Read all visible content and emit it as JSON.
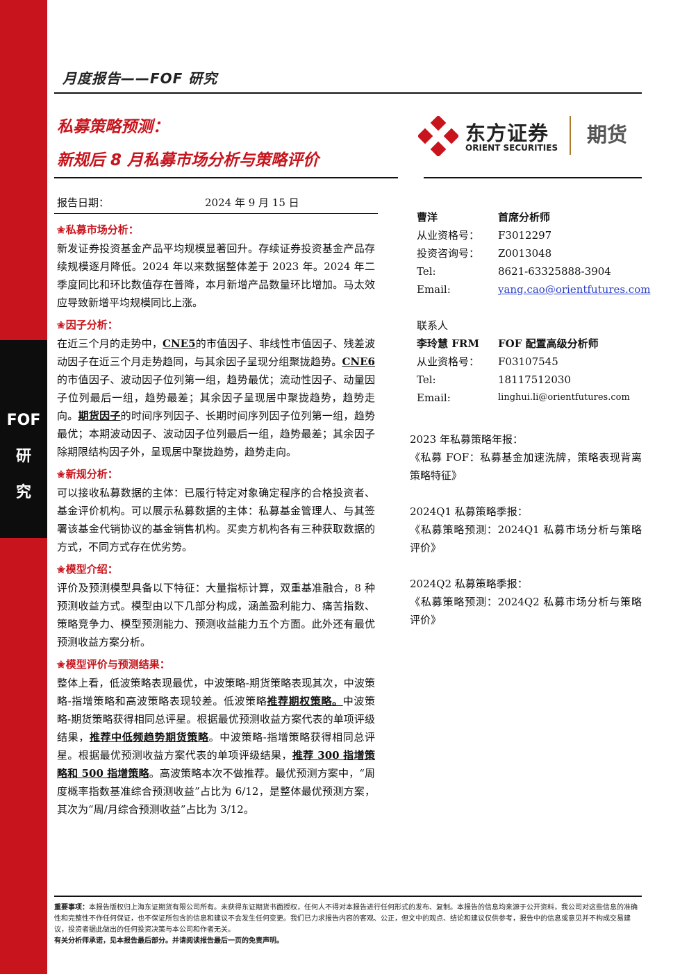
{
  "sidebar": {
    "label_lines": [
      "FOF",
      "研",
      "究"
    ]
  },
  "header": {
    "title": "月度报告——FOF 研究"
  },
  "title": {
    "line1": "私募策略预测：",
    "line2": "新规后 8 月私募市场分析与策略评价"
  },
  "logo": {
    "cn": "东方证券",
    "en": "ORIENT SECURITIES",
    "division": "期货"
  },
  "report_date": {
    "label": "报告日期：",
    "value": "2024 年 9 月 15 日"
  },
  "sections": [
    {
      "heading": "私募市场分析：",
      "body": "新发证券投资基金产品平均规模显著回升。存续证券投资基金产品存续规模逐月降低。2024 年以来数据整体差于 2023 年。2024 年二季度同比和环比数值存在普降，本月新增产品数量环比增加。马太效应导致新增平均规模同比上涨。"
    },
    {
      "heading": "因子分析：",
      "body_parts": [
        "在近三个月的走势中，",
        "CNE5",
        "的市值因子、非线性市值因子、残差波动因子在近三个月走势趋同，与其余因子呈现分组聚拢趋势。",
        "CNE6",
        "的市值因子、波动因子位列第一组，趋势最优；流动性因子、动量因子位列最后一组，趋势最差；其余因子呈现居中聚拢趋势，趋势走向。",
        "期货因子",
        "的时间序列因子、长期时间序列因子位列第一组，趋势最优；本期波动因子、波动因子位列最后一组，趋势最差；其余因子除期限结构因子外，呈现居中聚拢趋势，趋势走向。"
      ]
    },
    {
      "heading": "新规分析：",
      "body": "可以接收私募数据的主体：已履行特定对象确定程序的合格投资者、基金评价机构。可以展示私募数据的主体：私募基金管理人、与其签署该基金代销协议的基金销售机构。买卖方机构各有三种获取数据的方式，不同方式存在优劣势。"
    },
    {
      "heading": "模型介绍：",
      "body": "评价及预测模型具备以下特征：大量指标计算，双重基准融合，8 种预测收益方式。模型由以下几部分构成，涵盖盈利能力、痛苦指数、策略竞争力、模型预测能力、预测收益能力五个方面。此外还有最优预测收益方案分析。"
    },
    {
      "heading": "模型评价与预测结果：",
      "body_parts": [
        "整体上看，低波策略表现最优，中波策略-期货策略表现其次，中波策略-指增策略和高波策略表现较差。低波策略",
        "推荐期权策略。",
        "中波策略-期货策略获得相同总评星。根据最优预测收益方案代表的单项评级结果，",
        "推荐中低频趋势期货策略",
        "。中波策略-指增策略获得相同总评星。根据最优预测收益方案代表的单项评级结果，",
        "推荐 300 指增策略和 500 指增策略",
        "。高波策略本次不做推荐。最优预测方案中，“周度概率指数基准综合预测收益”占比为 6/12，是整体最优预测方案，其次为“周/月综合预测收益”占比为 3/12。"
      ]
    }
  ],
  "analyst": {
    "name": "曹洋",
    "title": "首席分析师",
    "rows": [
      {
        "k": "从业资格号：",
        "v": "F3012297"
      },
      {
        "k": "投资咨询号：",
        "v": "Z0013048"
      },
      {
        "k": "Tel:",
        "v": "8621-63325888-3904"
      },
      {
        "k": "Email:",
        "v": "yang.cao@orientfutures.com"
      }
    ]
  },
  "contact": {
    "label": "联系人",
    "name": "李玲慧 FRM",
    "title": "FOF 配置高级分析师",
    "rows": [
      {
        "k": "从业资格号：",
        "v": "F03107545"
      },
      {
        "k": "Tel:",
        "v": "18117512030"
      },
      {
        "k": "Email:",
        "v": "linghui.li@orientfutures.com"
      }
    ]
  },
  "related_reports": [
    {
      "heading": "2023 年私募策略年报：",
      "body": "《私募 FOF：私募基金加速洗牌，策略表现背离策略特征》"
    },
    {
      "heading": "2024Q1 私募策略季报：",
      "body": "《私募策略预测：2024Q1 私募市场分析与策略评价》"
    },
    {
      "heading": "2024Q2 私募策略季报：",
      "body": "《私募策略预测：2024Q2 私募市场分析与策略评价》"
    }
  ],
  "footer": {
    "label": "重要事项：",
    "text": "本报告版权归上海东证期货有限公司所有。未获得东证期货书面授权，任何人不得对本报告进行任何形式的发布、复制。本报告的信息均来源于公开资料，我公司对这些信息的准确性和完整性不作任何保证，也不保证所包含的信息和建议不会发生任何变更。我们已力求报告内容的客观、公正，但文中的观点、结论和建议仅供参考，报告中的信息或意见并不构成交易建议，投资者据此做出的任何投资决策与本公司和作者无关。",
    "note": "有关分析师承诺，见本报告最后部分。并请阅读报告最后一页的免责声明。"
  }
}
